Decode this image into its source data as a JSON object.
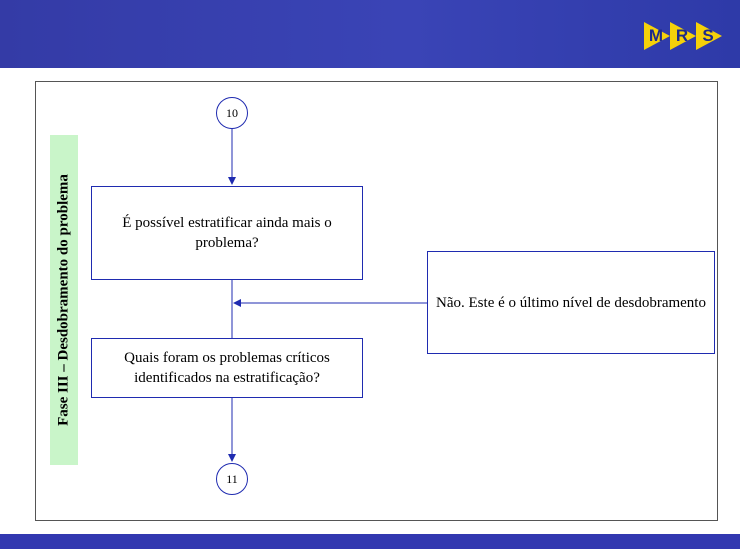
{
  "header": {
    "logo_text": "MRS",
    "logo_letters": [
      "M",
      "R",
      "S"
    ],
    "colors": {
      "bar": "#3a44b6",
      "logo_arrow": "#f5d10a",
      "logo_text": "#1d2a8c"
    }
  },
  "sidebar_label": {
    "text": "Fase III – Desdobramento do problema",
    "background": "#c9f5c9"
  },
  "flowchart": {
    "start_node": "10",
    "question_box": "É possível estratificar ainda mais o problema?",
    "answer_box": "Não. Este é o último nível de desdobramento",
    "next_box": "Quais foram os problemas críticos identificados na estratificação?",
    "end_node": "11",
    "line_color": "#1f2bb0"
  }
}
